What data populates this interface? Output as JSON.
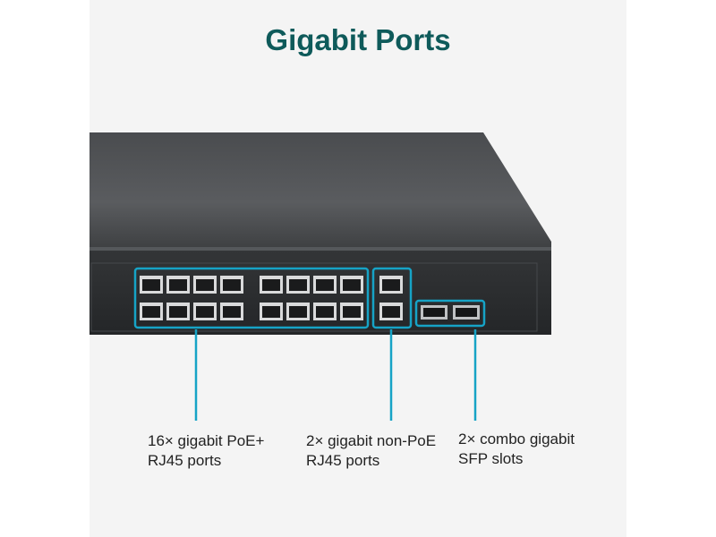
{
  "title": "Gigabit Ports",
  "callouts": [
    {
      "line1": "16× gigabit PoE+",
      "line2": "RJ45 ports"
    },
    {
      "line1": "2× gigabit non-PoE",
      "line2": "RJ45 ports"
    },
    {
      "line1": "2× combo gigabit",
      "line2": "SFP slots"
    }
  ],
  "colors": {
    "title": "#0e5a5a",
    "accent": "#16a3c6",
    "device_body": "#3a3c3e",
    "device_front": "#2b2d2f",
    "background_panel": "#f4f4f4"
  },
  "port_groups": [
    {
      "name": "poe-plus",
      "count": 16
    },
    {
      "name": "non-poe",
      "count": 2
    },
    {
      "name": "sfp",
      "count": 2
    }
  ]
}
